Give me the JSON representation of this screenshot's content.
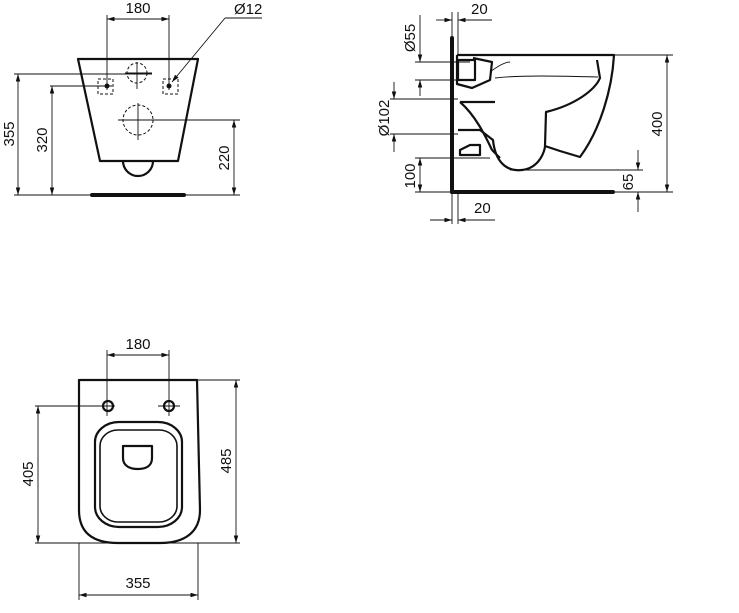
{
  "front_view": {
    "dim_bolt_spacing": "180",
    "dim_bolt_diameter": "Ø12",
    "dim_overall_height": "355",
    "dim_bolt_height": "320",
    "dim_outlet_height": "220"
  },
  "side_view": {
    "dim_wall_offset_top": "20",
    "dim_inlet_diameter": "Ø55",
    "dim_outlet_diameter": "Ø102",
    "dim_outlet_bottom": "100",
    "dim_bowl_height": "400",
    "dim_bowl_clearance": "65",
    "dim_wall_offset_bottom": "20"
  },
  "top_view": {
    "dim_bolt_spacing": "180",
    "dim_bolt_to_front": "405",
    "dim_projection": "485",
    "dim_width": "355"
  }
}
